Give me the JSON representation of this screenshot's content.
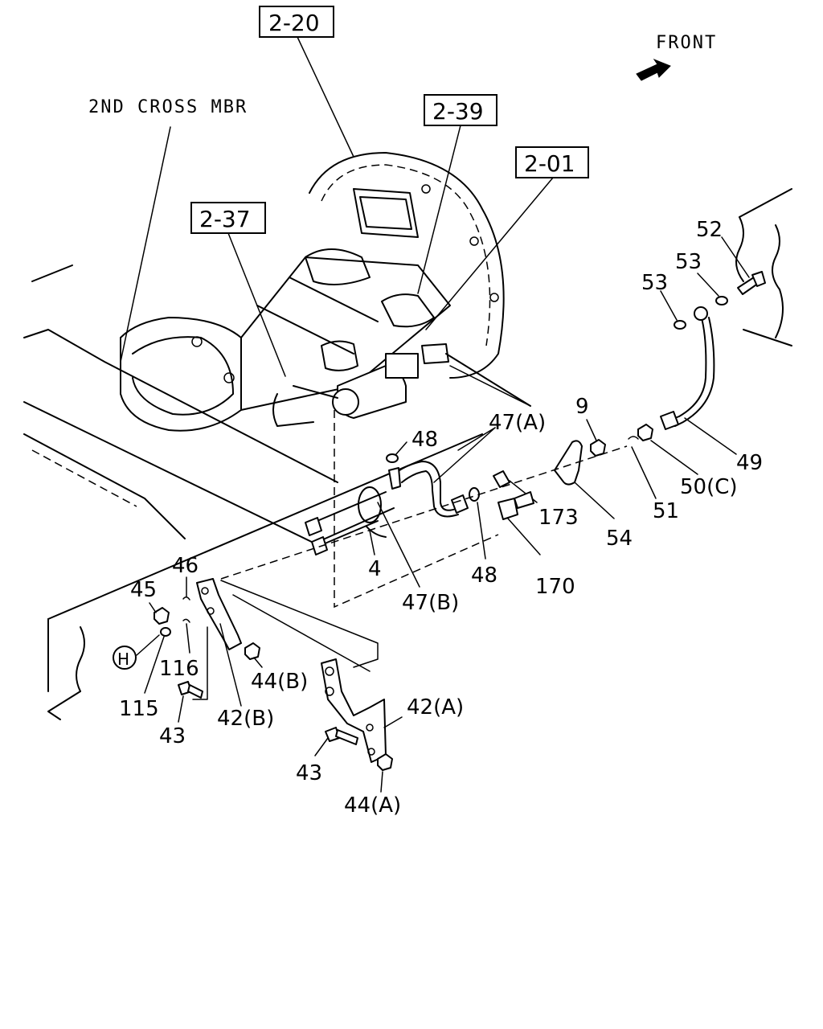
{
  "header": {
    "front_label": "FRONT",
    "cross_member_label": "2ND CROSS MBR"
  },
  "references": {
    "r1": "2-20",
    "r2": "2-39",
    "r3": "2-01",
    "r4": "2-37"
  },
  "parts": {
    "p52": "52",
    "p53a": "53",
    "p53b": "53",
    "p9": "9",
    "p47a": "47(A)",
    "p48a": "48",
    "p49": "49",
    "p50c": "50(C)",
    "p51": "51",
    "p54": "54",
    "p173": "173",
    "p170": "170",
    "p48b": "48",
    "p4": "4",
    "p47b": "47(B)",
    "p46": "46",
    "p45": "45",
    "pH": "H",
    "p116": "116",
    "p115": "115",
    "p44b": "44(B)",
    "p43a": "43",
    "p42b": "42(B)",
    "p42a": "42(A)",
    "p43b": "43",
    "p44a": "44(A)"
  }
}
